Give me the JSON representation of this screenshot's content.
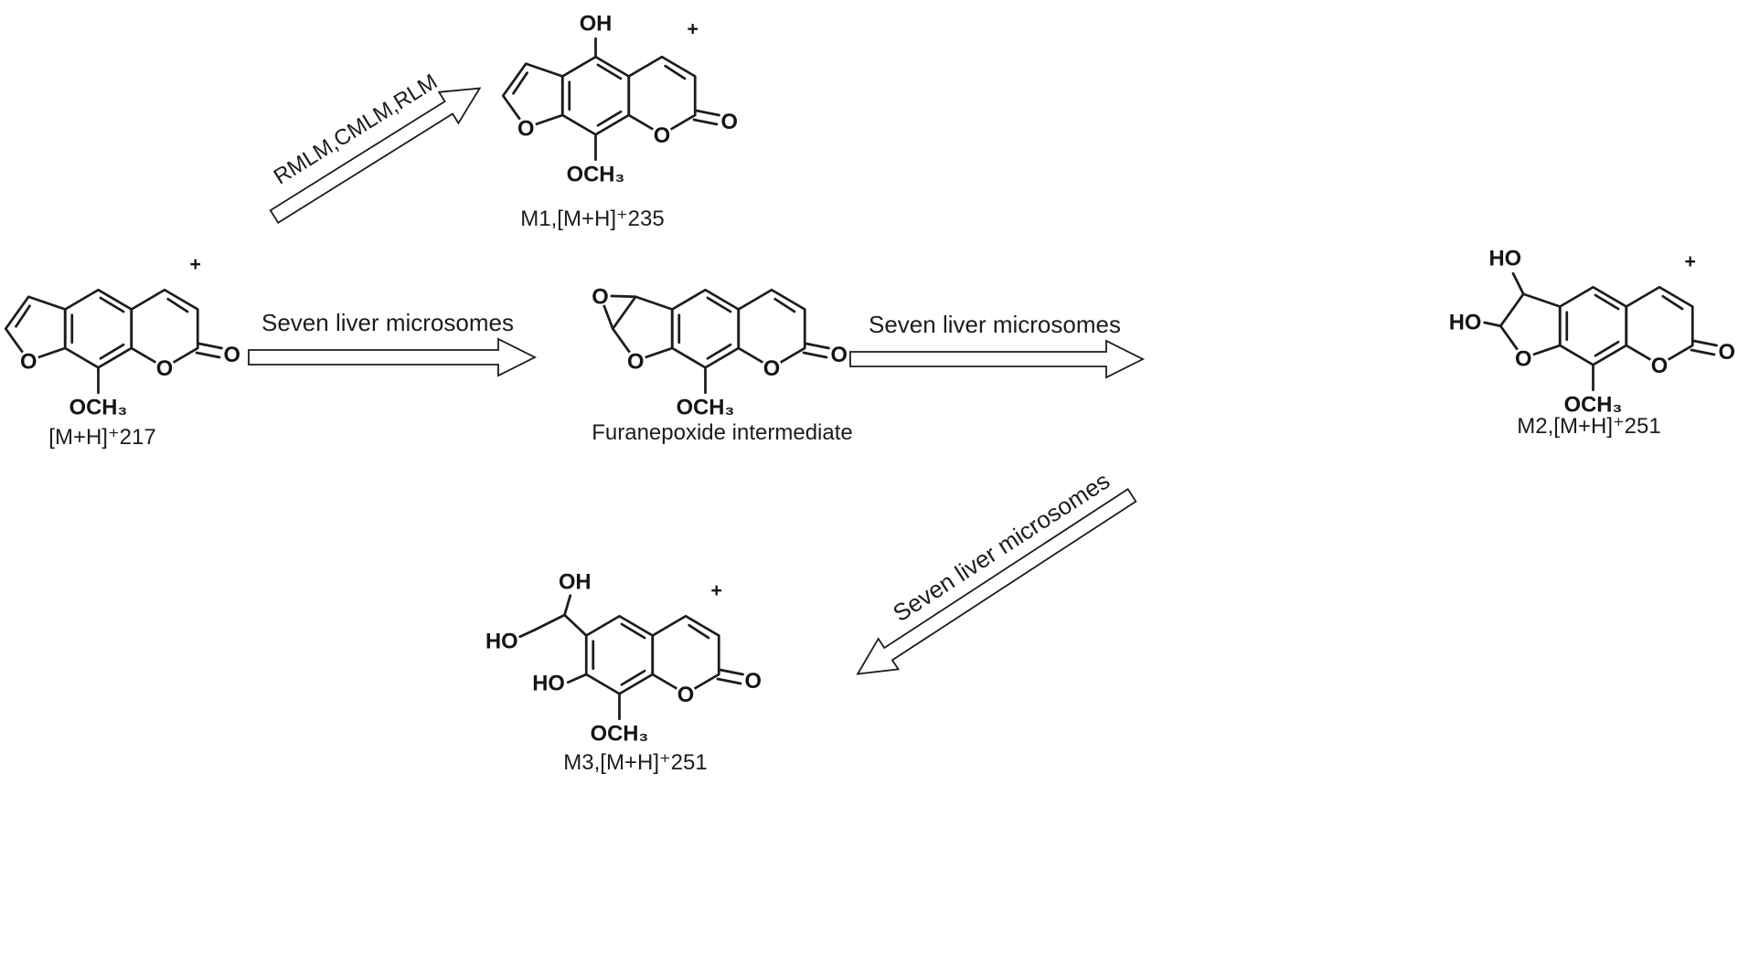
{
  "page": {
    "background": "#ffffff",
    "ink": "#1c1c1c"
  },
  "glyphs": {
    "oxygen": "O",
    "hydroxyl": "OH",
    "hydroxyl_left": "HO",
    "methoxy": "OCH₃",
    "charge": "+"
  },
  "compounds": {
    "parent": {
      "caption": "[M+H]⁺217"
    },
    "m1": {
      "caption": "M1,[M+H]⁺235"
    },
    "epoxide": {
      "caption": "Furanepoxide intermediate"
    },
    "m2": {
      "caption": "M2,[M+H]⁺251"
    },
    "m3": {
      "caption": "M3,[M+H]⁺251"
    }
  },
  "arrows": {
    "to_m1": {
      "label": "RMLM,CMLM,RLM"
    },
    "to_epoxide": {
      "label": "Seven liver microsomes"
    },
    "to_m2": {
      "label": "Seven liver microsomes"
    },
    "to_m3": {
      "label": "Seven liver microsomes"
    }
  }
}
